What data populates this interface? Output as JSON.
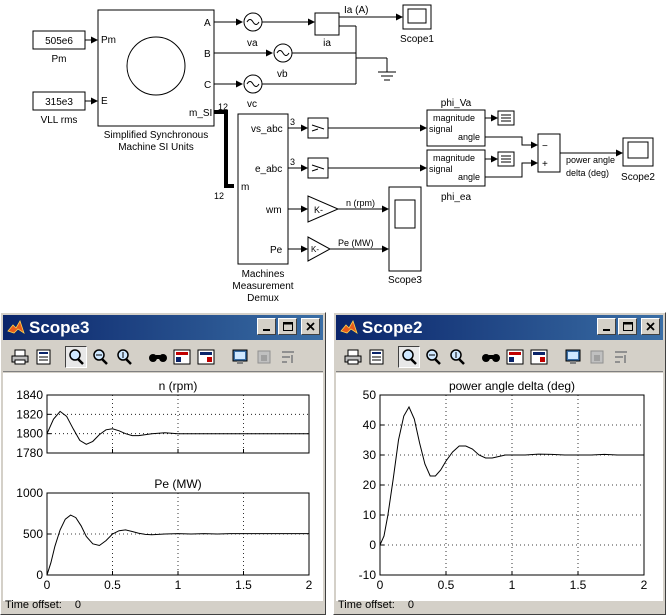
{
  "diagram": {
    "pm_const": "505e6",
    "pm_label": "Pm",
    "e_const": "315e3",
    "e_label": "VLL rms",
    "machine_port_pm": "Pm",
    "machine_port_e": "E",
    "machine_port_a": "A",
    "machine_port_b": "B",
    "machine_port_c": "C",
    "machine_port_msi": "m_SI",
    "machine_name_line1": "Simplified Synchronous",
    "machine_name_line2": "Machine SI Units",
    "bus_width_12_top": "12",
    "bus_width_12_bottom": "12",
    "va_label": "va",
    "vb_label": "vb",
    "vc_label": "vc",
    "ia_meas_label": "ia",
    "ia_signal_label": "Ia (A)",
    "scope1_label": "Scope1",
    "demux_port_m": "m",
    "demux_port_vs": "vs_abc",
    "demux_port_e": "e_abc",
    "demux_port_wm": "wm",
    "demux_port_pe": "Pe",
    "demux_name_line1": "Machines",
    "demux_name_line2": "Measurement",
    "demux_name_line3": "Demux",
    "width_3_a": "3",
    "width_3_b": "3",
    "gain_symbol_a": "K-",
    "gain_symbol_b": "K-",
    "n_signal": "n (rpm)",
    "pe_signal": "Pe (MW)",
    "scope3_label": "Scope3",
    "phi_va_label": "phi_Va",
    "phi_ea_label": "phi_ea",
    "fourier_line1": "magnitude",
    "fourier_line2": "signal",
    "fourier_line3": "angle",
    "fourier_line1b": "magnitude",
    "fourier_line2b": "signal",
    "fourier_line3b": "angle",
    "sum_minus": "−",
    "sum_plus": "+",
    "delta_signal_1": "power angle",
    "delta_signal_2": "delta (deg)",
    "scope2_label": "Scope2"
  },
  "scope3": {
    "title": "Scope3",
    "time_offset_label": "Time offset:",
    "time_offset_value": "0",
    "icons": [
      "print-icon",
      "params-icon",
      "zoom-icon",
      "zoom-x-icon",
      "zoom-y-icon",
      "autoscale-icon",
      "save-axes-icon",
      "restore-axes-icon",
      "floating-scope-icon",
      "lock-axes-icon",
      "signal-select-icon"
    ]
  },
  "scope2": {
    "title": "Scope2",
    "time_offset_label": "Time offset:",
    "time_offset_value": "0",
    "icons": [
      "print-icon",
      "params-icon",
      "zoom-icon",
      "zoom-x-icon",
      "zoom-y-icon",
      "autoscale-icon",
      "save-axes-icon",
      "restore-axes-icon",
      "floating-scope-icon",
      "lock-axes-icon",
      "signal-select-icon"
    ]
  },
  "chart_data": [
    {
      "type": "line",
      "title": "n (rpm)",
      "xlim": [
        0,
        2
      ],
      "ylim": [
        1780,
        1840
      ],
      "xticks": [
        "0",
        "0.5",
        "1",
        "1.5",
        "2"
      ],
      "yticks": [
        "1780",
        "1800",
        "1820",
        "1840"
      ],
      "grid": true,
      "series": [
        {
          "color": "#000000",
          "x": [
            0,
            0.05,
            0.1,
            0.15,
            0.2,
            0.25,
            0.3,
            0.35,
            0.4,
            0.45,
            0.5,
            0.55,
            0.6,
            0.65,
            0.7,
            0.8,
            0.9,
            1.0,
            1.1,
            1.2,
            1.3,
            1.4,
            1.5,
            1.6,
            1.8,
            2.0
          ],
          "y": [
            1800,
            1815,
            1823,
            1818,
            1805,
            1793,
            1789,
            1792,
            1799,
            1804,
            1805,
            1803,
            1800,
            1798,
            1798,
            1800,
            1801,
            1800,
            1800,
            1800,
            1800,
            1800,
            1800,
            1800,
            1800,
            1800
          ]
        }
      ]
    },
    {
      "type": "line",
      "title": "Pe (MW)",
      "xlim": [
        0,
        2
      ],
      "ylim": [
        0,
        1000
      ],
      "xticks": [
        "0",
        "0.5",
        "1",
        "1.5",
        "2"
      ],
      "yticks": [
        "0",
        "500",
        "1000"
      ],
      "grid": true,
      "series": [
        {
          "color": "#000000",
          "x": [
            0,
            0.03,
            0.06,
            0.1,
            0.14,
            0.18,
            0.22,
            0.26,
            0.3,
            0.35,
            0.4,
            0.45,
            0.5,
            0.55,
            0.6,
            0.65,
            0.7,
            0.75,
            0.8,
            0.9,
            1.0,
            1.1,
            1.2,
            1.3,
            1.4,
            1.5,
            1.6,
            1.7,
            1.8,
            1.9,
            2.0
          ],
          "y": [
            0,
            150,
            350,
            550,
            680,
            730,
            700,
            600,
            470,
            380,
            360,
            420,
            500,
            540,
            550,
            530,
            510,
            495,
            490,
            500,
            505,
            500,
            505,
            500,
            505,
            505,
            505,
            505,
            505,
            505,
            505
          ]
        }
      ]
    },
    {
      "type": "line",
      "title": "power angle delta (deg)",
      "xlim": [
        0,
        2
      ],
      "ylim": [
        -10,
        50
      ],
      "xticks": [
        "0",
        "0.5",
        "1",
        "1.5",
        "2"
      ],
      "yticks": [
        "-10",
        "0",
        "10",
        "20",
        "30",
        "40",
        "50"
      ],
      "grid": true,
      "series": [
        {
          "color": "#000000",
          "x": [
            0,
            0.03,
            0.06,
            0.1,
            0.14,
            0.18,
            0.22,
            0.26,
            0.3,
            0.34,
            0.38,
            0.42,
            0.46,
            0.5,
            0.55,
            0.6,
            0.65,
            0.7,
            0.75,
            0.8,
            0.85,
            0.9,
            0.95,
            1.0,
            1.05,
            1.1,
            1.2,
            1.3,
            1.4,
            1.5,
            1.6,
            1.7,
            1.8,
            1.9,
            2.0
          ],
          "y": [
            0,
            3,
            10,
            22,
            35,
            43,
            46,
            42,
            34,
            27,
            23,
            23,
            25,
            28,
            31,
            33,
            33,
            32,
            30,
            29,
            29,
            29.5,
            30,
            30,
            30,
            30,
            30.3,
            30.2,
            30,
            30,
            30,
            30.2,
            30,
            30,
            30
          ]
        }
      ]
    }
  ]
}
